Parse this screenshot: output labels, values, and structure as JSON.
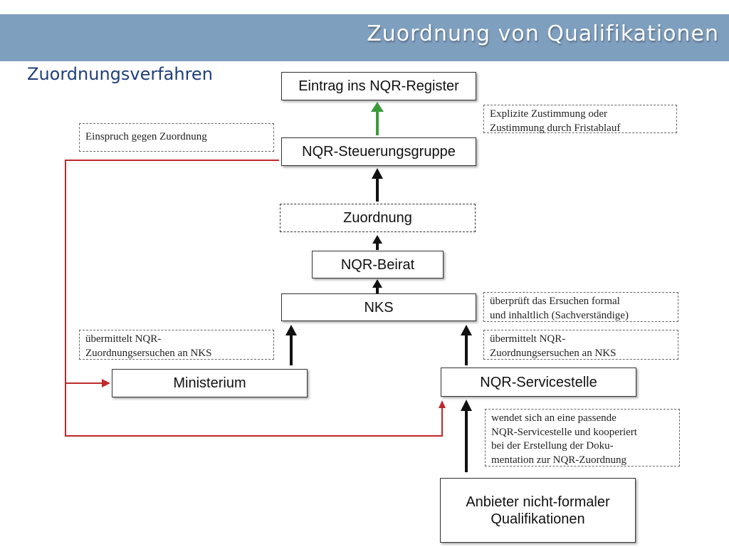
{
  "header": {
    "title": "Zuordnung von Qualifikationen",
    "subtitle": "Zuordnungsverfahren"
  },
  "colors": {
    "header_bar": "#7f9fbf",
    "feedback_arrow": "#c0282b",
    "approval_arrow": "#3a9b3a",
    "flow_arrow": "#111111"
  },
  "nodes": {
    "register": "Eintrag ins NQR-Register",
    "steering": "NQR-Steuerungsgruppe",
    "assignment": "Zuordnung",
    "advisory": "NQR-Beirat",
    "nks": "NKS",
    "ministry": "Ministerium",
    "service": "NQR-Servicestelle",
    "provider": "Anbieter nicht-formaler\nQualifikationen"
  },
  "notes": {
    "consent": "Explizite Zustimmung oder\nZustimmung durch Fristablauf",
    "objection": "Einspruch gegen Zuordnung",
    "nks_check": "überprüft das Ersuchen formal\nund inhaltlich (Sachverständige)",
    "ministry_submit": "übermittelt NQR-\nZuordnungsersuchen an NKS",
    "service_submit": "übermittelt NQR-\nZuordnungsersuchen an NKS",
    "provider_action": "wendet sich an eine passende\nNQR-Servicestelle und kooperiert\nbei der Erstellung der Doku-\nmentation zur NQR-Zuordnung"
  }
}
